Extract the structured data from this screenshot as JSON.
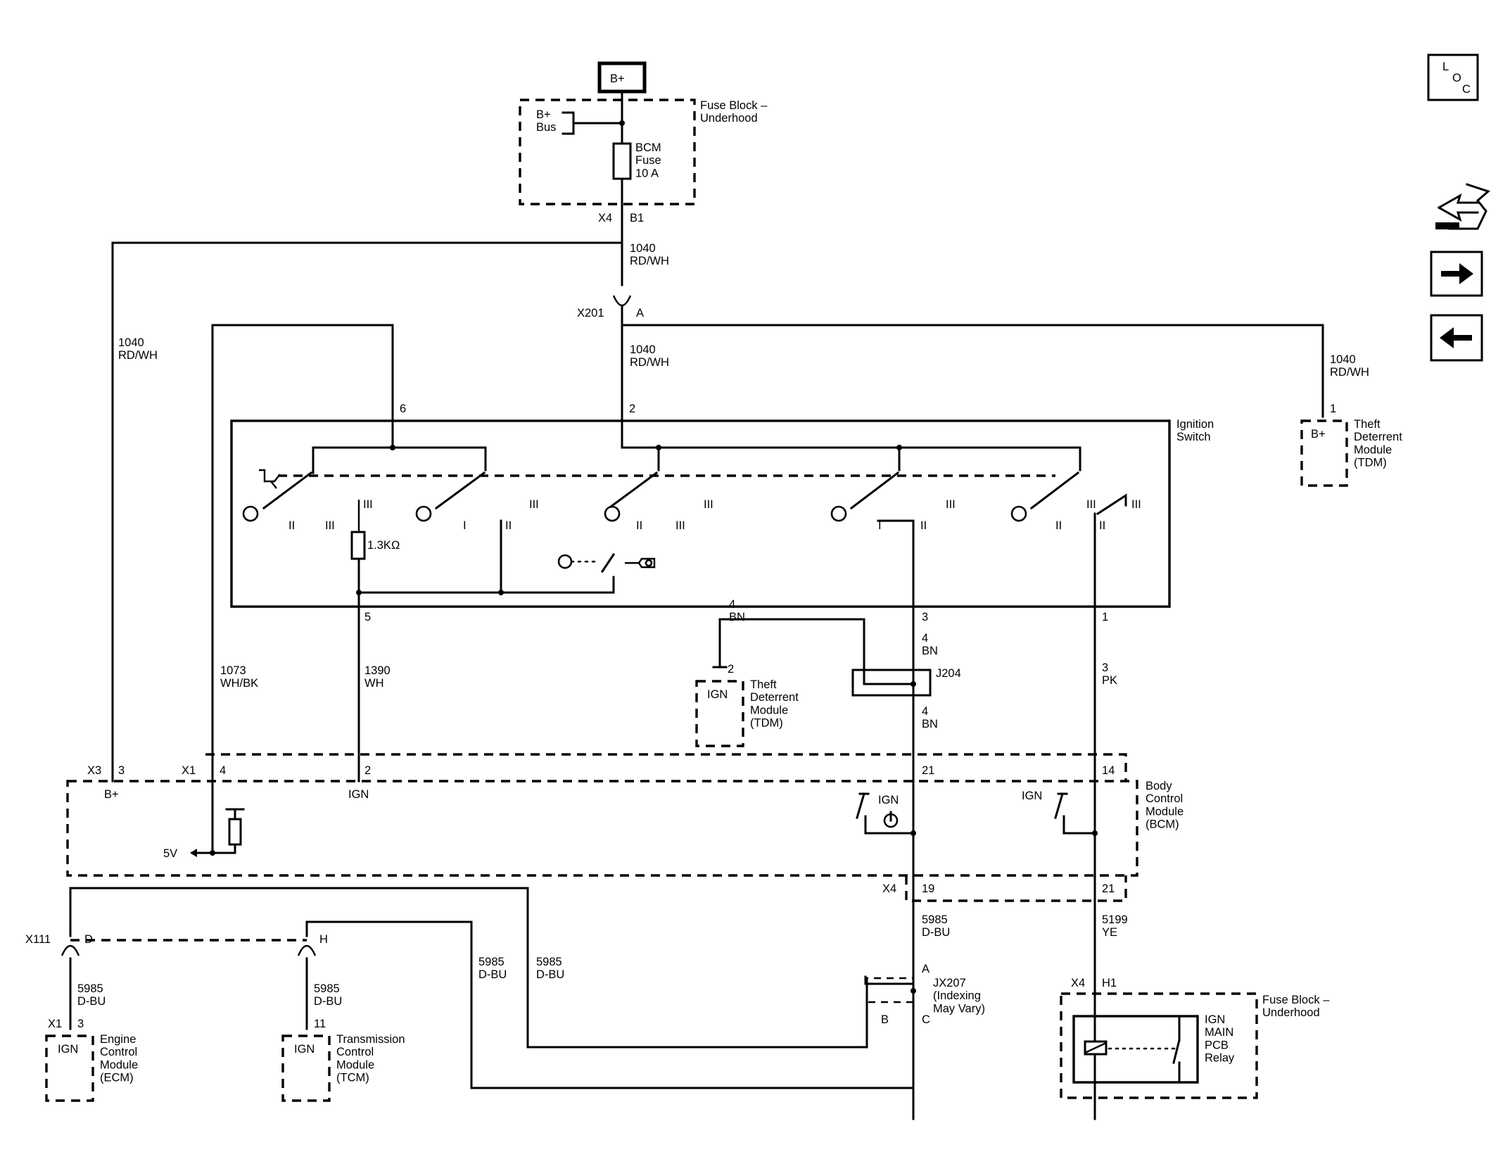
{
  "icons": {
    "loc_letters": [
      "L",
      "O",
      "C"
    ],
    "nav": [
      "wrench-arrows-icon",
      "arrow-right-icon",
      "arrow-left-icon"
    ]
  },
  "labels": {
    "bplus_top": "B+",
    "fuse_block_top": "Fuse Block –\nUnderhood",
    "bplus_bus": "B+\nBus",
    "bcm_fuse": "BCM\nFuse\n10 A",
    "x4_top": "X4",
    "b1_top": "B1",
    "wire_1040_a": "1040\nRD/WH",
    "x201": "X201",
    "pin_a_x201": "A",
    "wire_1040_b": "1040\nRD/WH",
    "wire_1040_left": "1040\nRD/WH",
    "wire_1040_right": "1040\nRD/WH",
    "pin_6": "6",
    "pin_2": "2",
    "ignition_switch": "Ignition\nSwitch",
    "tdm_right_pin": "1",
    "tdm_right_bplus": "B+",
    "tdm_right_name": "Theft\nDeterrent\nModule\n(TDM)",
    "resistor": "1.3KΩ",
    "pin_5": "5",
    "pin_3": "3",
    "pin_1": "1",
    "wire_4bn_a": "4\nBN",
    "wire_4bn_b": "4\nBN",
    "wire_4bn_c": "4\nBN",
    "tdm_left_pin": "2",
    "tdm_left_ign": "IGN",
    "tdm_left_name": "Theft\nDeterrent\nModule\n(TDM)",
    "j204": "J204",
    "wire_1073": "1073\nWH/BK",
    "wire_1390": "1390\nWH",
    "wire_3pk": "3\nPK",
    "x3": "X3",
    "x3_pin": "3",
    "x1_bcm": "X1",
    "x1_pin_4": "4",
    "pin_2_bcm": "2",
    "pin_21_bcm": "21",
    "pin_14_bcm": "14",
    "bcm_bplus": "B+",
    "bcm_ign_left": "IGN",
    "bcm_ign_mid": "IGN",
    "bcm_ign_right": "IGN",
    "bcm_name": "Body\nControl\nModule\n(BCM)",
    "five_v": "5V",
    "x4_bcm": "X4",
    "pin_19": "19",
    "pin_21_low": "21",
    "wire_5985_main": "5985\nD-BU",
    "wire_5199": "5199\nYE",
    "x111": "X111",
    "pin_d": "D",
    "pin_h": "H",
    "wire_5985_ecm": "5985\nD-BU",
    "wire_5985_tcm": "5985\nD-BU",
    "wire_5985_mid1": "5985\nD-BU",
    "wire_5985_mid2": "5985\nD-BU",
    "jx207_a": "A",
    "jx207_name": "JX207\n(Indexing\nMay Vary)",
    "jx207_b": "B",
    "jx207_c": "C",
    "x4_h1": "X4",
    "h1": "H1",
    "fuse_block_bottom": "Fuse Block –\nUnderhood",
    "relay_name": "IGN\nMAIN\nPCB\nRelay",
    "ecm_conn": "X1",
    "ecm_pin": "3",
    "ecm_ign": "IGN",
    "ecm_name": "Engine\nControl\nModule\n(ECM)",
    "tcm_pin": "11",
    "tcm_ign": "IGN",
    "tcm_name": "Transmission\nControl\nModule\n(TCM)",
    "switch_pos_a": "I",
    "switch_pos_b": "II",
    "switch_pos_c": "III"
  }
}
